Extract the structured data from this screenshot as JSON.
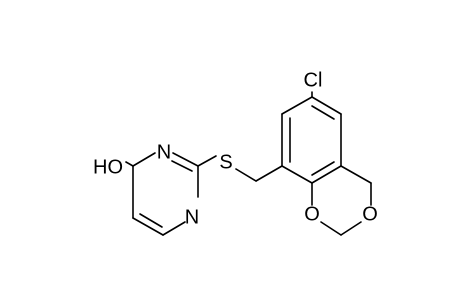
{
  "molecule": {
    "atoms": {
      "hydroxyl": "HO",
      "ring_n_upper": "N",
      "ring_n_lower": "N",
      "thioether_s": "S",
      "chloro": "Cl",
      "dioxane_o_left": "O",
      "dioxane_o_right": "O"
    }
  }
}
